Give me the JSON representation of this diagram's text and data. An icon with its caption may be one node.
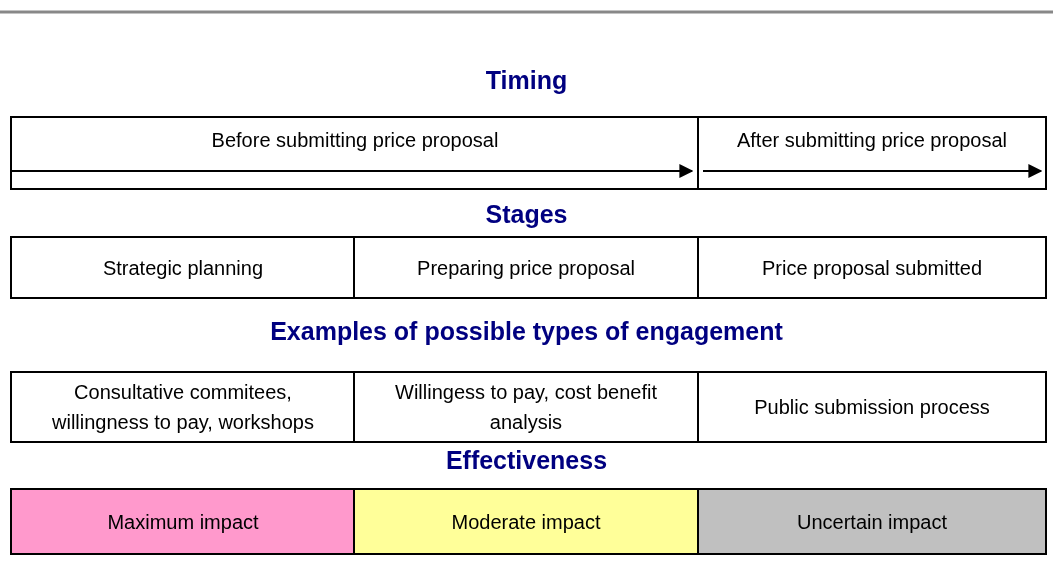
{
  "diagram": {
    "nodes": [
      {
        "text": [
          "Before submitting price proposal"
        ]
      },
      {
        "text": [
          "After submitting price proposal"
        ]
      },
      {
        "text": [
          "Strategic planning"
        ]
      },
      {
        "text": [
          "Preparing price proposal"
        ]
      },
      {
        "text": [
          "Price proposal submitted"
        ]
      },
      {
        "text": [
          "Consultative commitees, willingness to pay, workshops"
        ]
      },
      {
        "text": [
          "Willingess to pay, cost benefit analysis"
        ]
      },
      {
        "text": [
          "Public submission process"
        ]
      },
      {
        "text": [
          "Maximum impact"
        ]
      },
      {
        "text": [
          "Moderate impact"
        ]
      },
      {
        "text": [
          "Uncertain impact"
        ]
      }
    ],
    "edges": [
      {
        "from": 0,
        "to": 1,
        "arrow": "to"
      }
    ],
    "labels": [
      "Timing",
      "Stages",
      "Examples of possible types of engagement",
      "Effectiveness"
    ]
  }
}
